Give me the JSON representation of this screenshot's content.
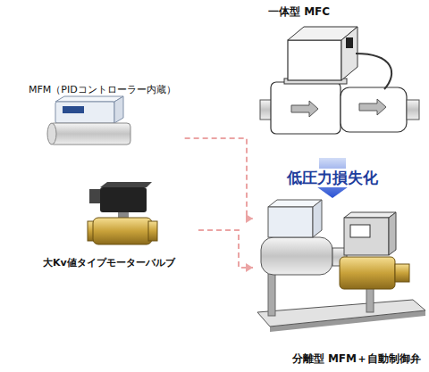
{
  "diagram": {
    "nodes": [
      {
        "text": [
          "一体型 MFC"
        ]
      },
      {
        "text": [
          "MFM（PIDコントローラー内蔵）"
        ]
      },
      {
        "text": [
          "大Kv値タイプモーターバルブ"
        ]
      },
      {
        "text": [
          "分離型 MFM＋自動制御弁"
        ]
      }
    ],
    "edges": [
      {
        "from": 0,
        "to": 3,
        "label": "低圧力損失化",
        "arrow": "to"
      },
      {
        "from": 1,
        "to": 3,
        "arrow": "to"
      },
      {
        "from": 2,
        "to": 3,
        "arrow": "to"
      }
    ]
  }
}
